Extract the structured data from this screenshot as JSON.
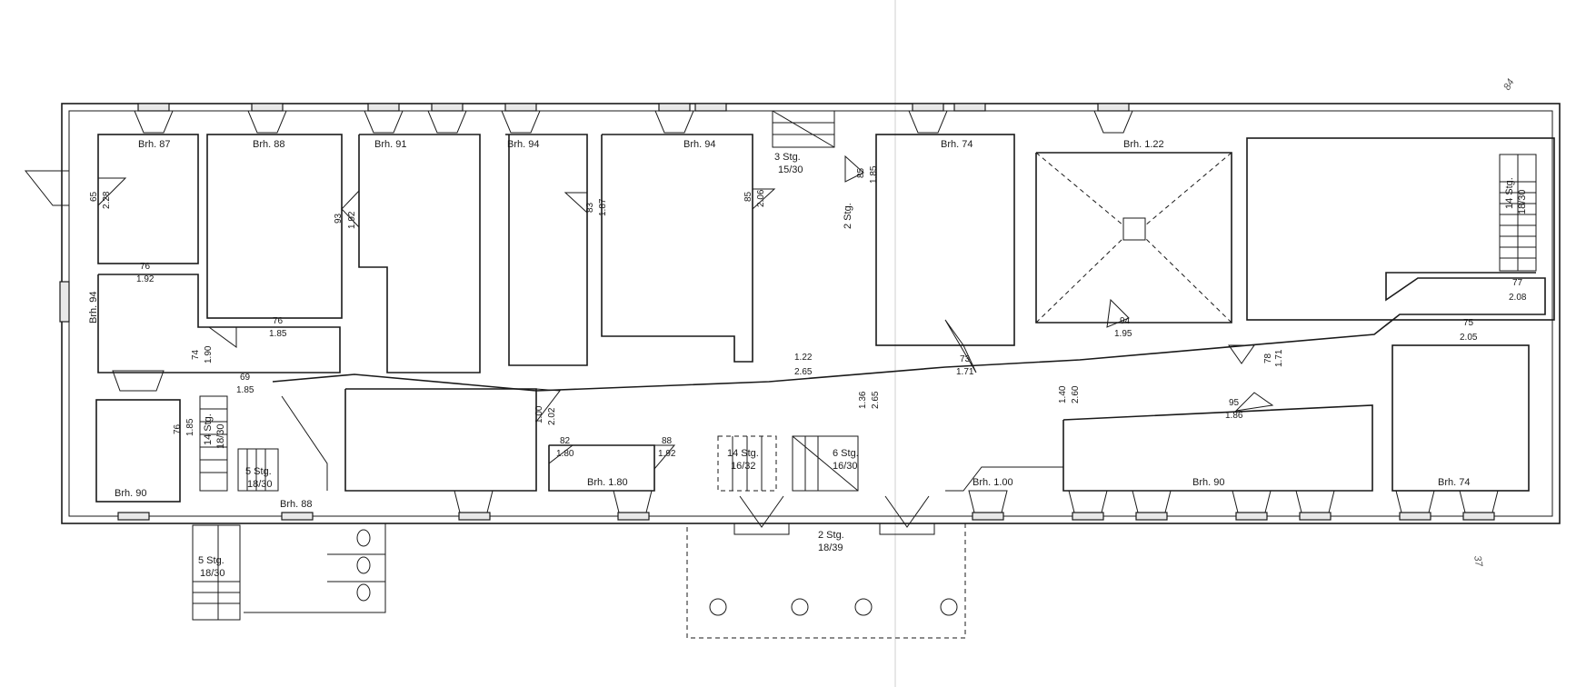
{
  "room_labels": {
    "brh_87": "Brh. 87",
    "brh_88_top": "Brh. 88",
    "brh_91": "Brh. 91",
    "brh_94_a": "Brh. 94",
    "brh_94_b": "Brh. 94",
    "brh_74_top": "Brh. 74",
    "brh_122": "Brh. 1.22",
    "brh_94_left": "Brh. 94",
    "brh_90_left": "Brh. 90",
    "brh_88_bottom": "Brh. 88",
    "brh_180": "Brh. 1.80",
    "brh_100": "Brh. 1.00",
    "brh_90_bottom": "Brh. 90",
    "brh_74_bottom": "Brh. 74"
  },
  "stairs": {
    "s1_a": "3 Stg.",
    "s1_b": "15/30",
    "s2": "2 Stg.",
    "s3_a": "14 Stg.",
    "s3_b": "18/30",
    "s4_a": "14 Stg.",
    "s4_b": "18/30",
    "s5_a": "5 Stg.",
    "s5_b": "18/30",
    "s6_a": "5 Stg.",
    "s6_b": "18/30",
    "s7_a": "14 Stg.",
    "s7_b": "16/32",
    "s8_a": "6 Stg.",
    "s8_b": "16/30",
    "s9_a": "2 Stg.",
    "s9_b": "18/39"
  },
  "door_dims": {
    "d1_w": "65",
    "d1_h": "2.28",
    "d2_w": "93",
    "d2_h": "1.92",
    "d3_w": "83",
    "d3_h": "1.87",
    "d4_w": "85",
    "d4_h": "2.06",
    "d5_w": "85",
    "d5_h": "1.85",
    "d6_w": "76",
    "d6_h": "1.92",
    "d7_w": "76",
    "d7_h": "1.85",
    "d8_w": "74",
    "d8_h": "1.90",
    "d9_w": "69",
    "d9_h": "1.85",
    "d10_w": "76",
    "d10_h": "1.85",
    "d11_w": "1.00",
    "d11_h": "2.02",
    "d12_w": "82",
    "d12_h": "1.80",
    "d13_w": "88",
    "d13_h": "1.92",
    "d14_w": "1.22",
    "d14_h": "2.65",
    "d15_w": "1.36",
    "d15_h": "2.65",
    "d16_w": "73",
    "d16_h": "1.71",
    "d17_w": "94",
    "d17_h": "1.95",
    "d18_w": "78",
    "d18_h": "1.71",
    "d19_w": "1.40",
    "d19_h": "2.60",
    "d20_w": "95",
    "d20_h": "1.86",
    "d21_w": "77",
    "d21_h": "2.08",
    "d22_w": "75",
    "d22_h": "2.05"
  },
  "margin_notes": {
    "top_right": "84",
    "bottom_right": "37"
  }
}
